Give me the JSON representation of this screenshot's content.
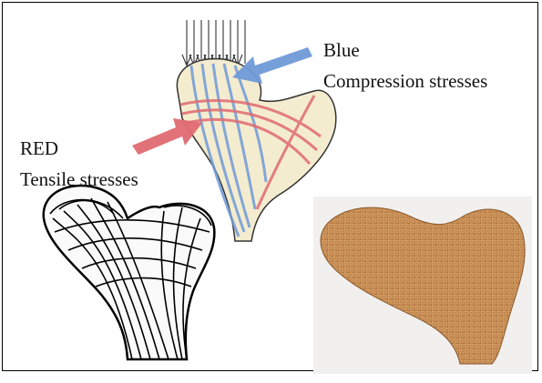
{
  "labels": {
    "blue_heading": "Blue",
    "blue_desc": "Compression stresses",
    "red_heading": "RED",
    "red_desc": "Tensile stresses"
  },
  "colors": {
    "compression": "#6f9ad8",
    "tension": "#e06a72",
    "bone_photo": "#c98f55",
    "sketch_fill": "#f4eccf"
  }
}
